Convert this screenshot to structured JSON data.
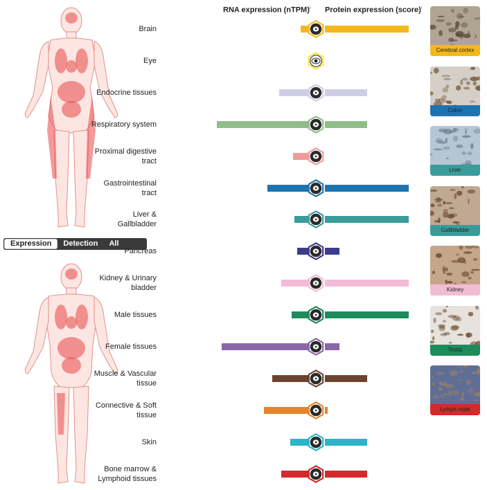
{
  "column_headers": {
    "rna": "RNA expression (nTPM)",
    "protein": "Protein expression (score)",
    "info_mark": "i"
  },
  "view_toggle": {
    "options": [
      "Expression",
      "Detection",
      "All organs"
    ],
    "active": "Expression"
  },
  "organ_rows": [
    {
      "label_lines": [
        "Brain"
      ],
      "color": "#f4b81c",
      "rna": 0.09,
      "protein": 1.0,
      "icon": "brain-icon"
    },
    {
      "label_lines": [
        "Eye"
      ],
      "color": "#f4e63c",
      "rna": 0.0,
      "protein": 0.0,
      "icon": "eye-icon"
    },
    {
      "label_lines": [
        "Endocrine tissues"
      ],
      "color": "#cfcde6",
      "rna": 0.32,
      "protein": 0.5,
      "icon": "thyroid-icon"
    },
    {
      "label_lines": [
        "Respiratory system"
      ],
      "color": "#8fbe88",
      "rna": 1.0,
      "protein": 0.5,
      "icon": "lungs-icon"
    },
    {
      "label_lines": [
        "Proximal digestive",
        "tract"
      ],
      "color": "#f09a9c",
      "rna": 0.17,
      "protein": 0.0,
      "icon": "mouth-icon"
    },
    {
      "label_lines": [
        "Gastrointestinal",
        "tract"
      ],
      "color": "#1d73b0",
      "rna": 0.45,
      "protein": 1.0,
      "icon": "stomach-icon"
    },
    {
      "label_lines": [
        "Liver &",
        "Gallbladder"
      ],
      "color": "#3a9c9a",
      "rna": 0.16,
      "protein": 1.0,
      "icon": "liver-icon"
    },
    {
      "label_lines": [
        "Pancreas"
      ],
      "color": "#3e3c8c",
      "rna": 0.13,
      "protein": 0.17,
      "icon": "pancreas-icon"
    },
    {
      "label_lines": [
        "Kidney & Urinary",
        "bladder"
      ],
      "color": "#f3bcd6",
      "rna": 0.3,
      "protein": 1.0,
      "icon": "kidney-icon"
    },
    {
      "label_lines": [
        "Male tissues"
      ],
      "color": "#1e8b5a",
      "rna": 0.19,
      "protein": 1.0,
      "icon": "male-icon"
    },
    {
      "label_lines": [
        "Female tissues"
      ],
      "color": "#8a67a8",
      "rna": 0.95,
      "protein": 0.17,
      "icon": "female-icon"
    },
    {
      "label_lines": [
        "Muscle & Vascular",
        "tissue"
      ],
      "color": "#6b4430",
      "rna": 0.4,
      "protein": 0.5,
      "icon": "heart-icon"
    },
    {
      "label_lines": [
        "Connective & Soft",
        "tissue"
      ],
      "color": "#e8832c",
      "rna": 0.49,
      "protein": 0.03,
      "icon": "connective-icon"
    },
    {
      "label_lines": [
        "Skin"
      ],
      "color": "#2bb5c9",
      "rna": 0.2,
      "protein": 0.5,
      "icon": "skin-icon"
    },
    {
      "label_lines": [
        "Bone marrow &",
        "Lymphoid tissues"
      ],
      "color": "#d42a2a",
      "rna": 0.3,
      "protein": 0.5,
      "icon": "lymph-icon"
    }
  ],
  "tissue_images": [
    {
      "caption": "Cerebral cortex",
      "color": "#f4b81c",
      "tex_base": "#b0a592",
      "tex_spot": "#5e4a38"
    },
    {
      "caption": "Colon",
      "color": "#1d73b0",
      "tex_base": "#d6cfc7",
      "tex_spot": "#6e5438"
    },
    {
      "caption": "Liver",
      "color": "#3a9c9a",
      "tex_base": "#b7c6d4",
      "tex_spot": "#6d7f96"
    },
    {
      "caption": "Gallbladder",
      "color": "#3a9c9a",
      "tex_base": "#bfa992",
      "tex_spot": "#6b4a2c"
    },
    {
      "caption": "Kidney",
      "color": "#f3bcd6",
      "tex_base": "#c4a78a",
      "tex_spot": "#6a4727"
    },
    {
      "caption": "Testis",
      "color": "#1e8b5a",
      "tex_base": "#e7e2dc",
      "tex_spot": "#6a4a33"
    },
    {
      "caption": "Lymph node",
      "color": "#d42a2a",
      "tex_base": "#5e6e96",
      "tex_spot": "#9a8068"
    }
  ]
}
